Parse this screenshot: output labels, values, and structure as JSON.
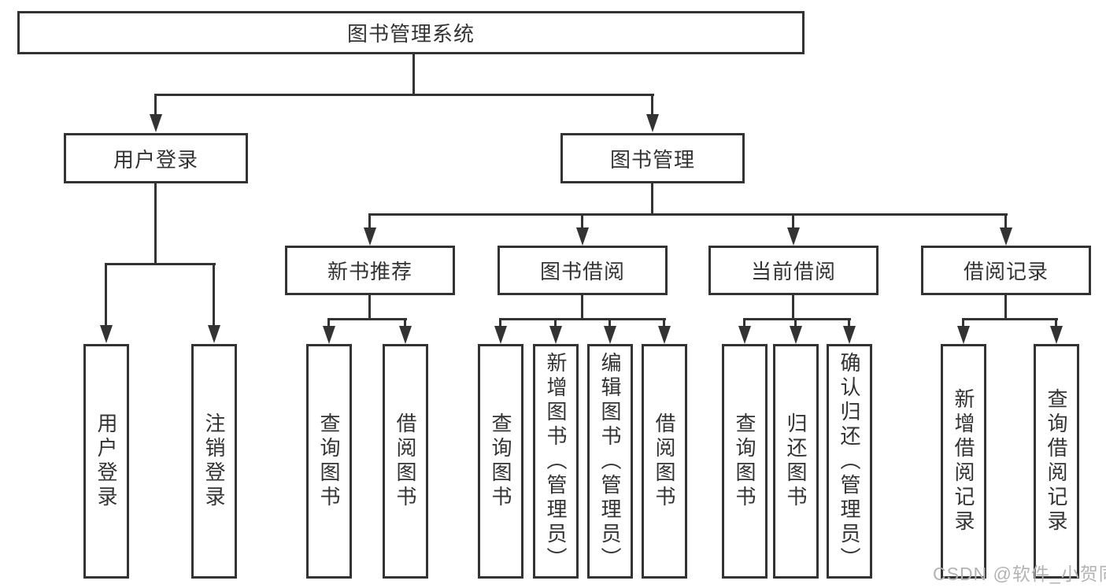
{
  "diagram": {
    "root": {
      "label": "图书管理系统"
    },
    "branches": [
      {
        "label": "用户登录",
        "children": [
          {
            "label": "用户登录"
          },
          {
            "label": "注销登录"
          }
        ]
      },
      {
        "label": "图书管理",
        "children": [
          {
            "label": "新书推荐",
            "children": [
              {
                "label": "查询图书"
              },
              {
                "label": "借阅图书"
              }
            ]
          },
          {
            "label": "图书借阅",
            "children": [
              {
                "label": "查询图书"
              },
              {
                "label": "新增图书（管理员）"
              },
              {
                "label": "编辑图书（管理员）"
              },
              {
                "label": "借阅图书"
              }
            ]
          },
          {
            "label": "当前借阅",
            "children": [
              {
                "label": "查询图书"
              },
              {
                "label": "归还图书"
              },
              {
                "label": "确认归还（管理员）"
              }
            ]
          },
          {
            "label": "借阅记录",
            "children": [
              {
                "label": "新增借阅记录"
              },
              {
                "label": "查询借阅记录"
              }
            ]
          }
        ]
      }
    ],
    "watermark": "CSDN @软件_小贺同学",
    "colors": {
      "line": "#333333",
      "text": "#333333",
      "watermark": "#b3b3b3",
      "background": "#ffffff"
    }
  }
}
